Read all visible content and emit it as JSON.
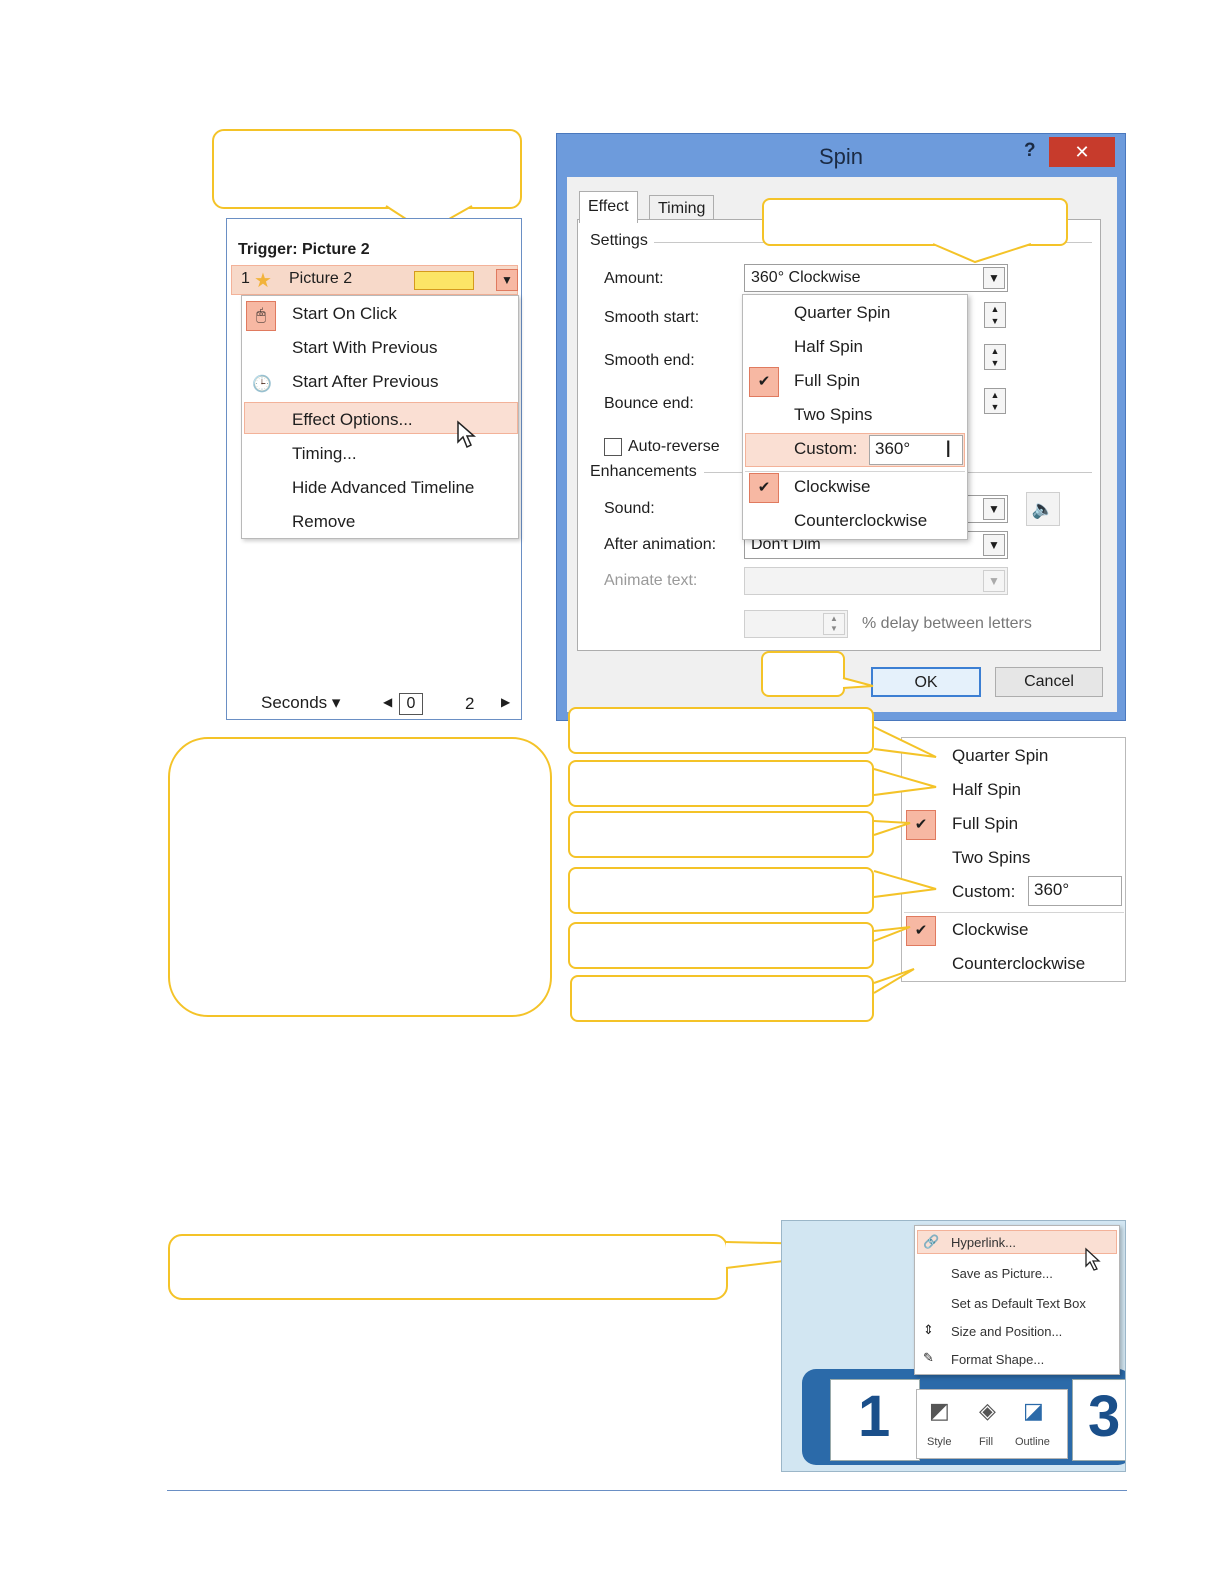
{
  "animation_pane": {
    "trigger": "Trigger: Picture 2",
    "item_number": "1",
    "item_name": "Picture 2",
    "context_menu": {
      "start_on_click": "Start On Click",
      "start_with_previous": "Start With Previous",
      "start_after_previous": "Start After Previous",
      "effect_options": "Effect Options...",
      "timing": "Timing...",
      "hide_advanced_timeline": "Hide Advanced Timeline",
      "remove": "Remove"
    },
    "seconds_label": "Seconds ▾",
    "scale_start": "0",
    "scale_end": "2"
  },
  "dialog": {
    "title": "Spin",
    "help": "?",
    "close": "✕",
    "tabs": {
      "effect": "Effect",
      "timing": "Timing"
    },
    "settings_group": "Settings",
    "amount_label": "Amount:",
    "amount_value": "360° Clockwise",
    "smooth_start_label": "Smooth start:",
    "smooth_end_label": "Smooth end:",
    "bounce_end_label": "Bounce end:",
    "auto_reverse_label": "Auto-reverse",
    "enhancements_group": "Enhancements",
    "sound_label": "Sound:",
    "after_animation_label": "After animation:",
    "after_animation_value": "Don't Dim",
    "animate_text_label": "Animate text:",
    "delay_label": "% delay between letters",
    "ok": "OK",
    "cancel": "Cancel",
    "amount_options": {
      "quarter": "Quarter Spin",
      "half": "Half Spin",
      "full": "Full Spin",
      "two": "Two Spins",
      "custom_label": "Custom:",
      "custom_value": "360°",
      "clockwise": "Clockwise",
      "counterclockwise": "Counterclockwise"
    }
  },
  "zoomed_options": {
    "quarter": "Quarter Spin",
    "half": "Half Spin",
    "full": "Full Spin",
    "two": "Two Spins",
    "custom_label": "Custom:",
    "custom_value": "360°",
    "clockwise": "Clockwise",
    "counterclockwise": "Counterclockwise"
  },
  "context_menu_2": {
    "hyperlink": "Hyperlink...",
    "save_as_picture": "Save as Picture...",
    "set_default_text_box": "Set as Default Text Box",
    "size_and_position": "Size and Position...",
    "format_shape": "Format Shape...",
    "tile_left": "1",
    "tile_right": "3",
    "mini_style": "Style",
    "mini_fill": "Fill",
    "mini_outline": "Outline"
  },
  "colors": {
    "callout_border": "#f4c328",
    "selection_fill": "#f7b8a3",
    "highlight_fill": "#fadfd3",
    "dialog_frame": "#6d9bdc",
    "close_button": "#c73b2c"
  }
}
